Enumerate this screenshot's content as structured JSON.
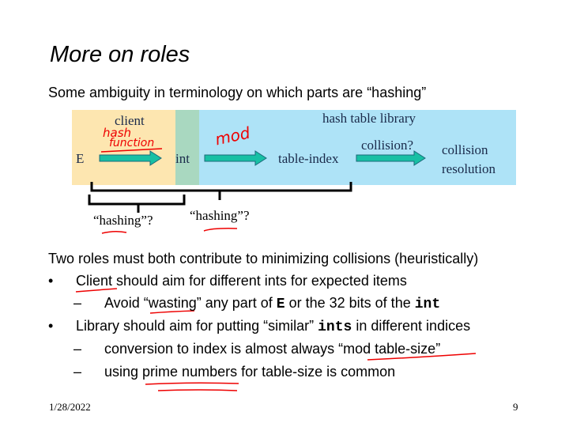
{
  "title": "More on roles",
  "subtitle": "Some ambiguity in terminology on which parts are “hashing”",
  "diagram": {
    "client": "client",
    "library": "hash table library",
    "e": "E",
    "int": "int",
    "table_index": "table-index",
    "collision_q": "collision?",
    "collision_res_1": "collision",
    "collision_res_2": "resolution",
    "hashing_1": "“hashing”?",
    "hashing_2": "“hashing”?",
    "annot_hash": "hash",
    "annot_function": "function",
    "annot_mod": "mod",
    "colors": {
      "client": "#fde6b0",
      "int": "#a9d8c0",
      "library": "#aee3f7",
      "arrow": "#17c0a4",
      "ink": "#e00000"
    }
  },
  "body": {
    "intro": "Two roles must both contribute to minimizing collisions (heuristically)",
    "b1_pre": "",
    "b1_u": "Client",
    "b1_post": " should aim for different ints for expected items",
    "d1_a": "Avoid “",
    "d1_u": "wasting",
    "d1_b": "” any part of ",
    "d1_code1": "E",
    "d1_c": " or the 32 bits of the ",
    "d1_code2": "int",
    "b2_a": "Library should aim for putting “similar” ",
    "b2_code": "ints",
    "b2_b": " in different indices",
    "d2_a": "conversion to index is almost always “",
    "d2_u": "mod table-size",
    "d2_b": "”",
    "d3_a": "using ",
    "d3_u": "prime numbers",
    "d3_b": " for table-size is common",
    "bullet": "•",
    "dash": "–"
  },
  "footer": {
    "date": "1/28/2022",
    "page": "9"
  }
}
